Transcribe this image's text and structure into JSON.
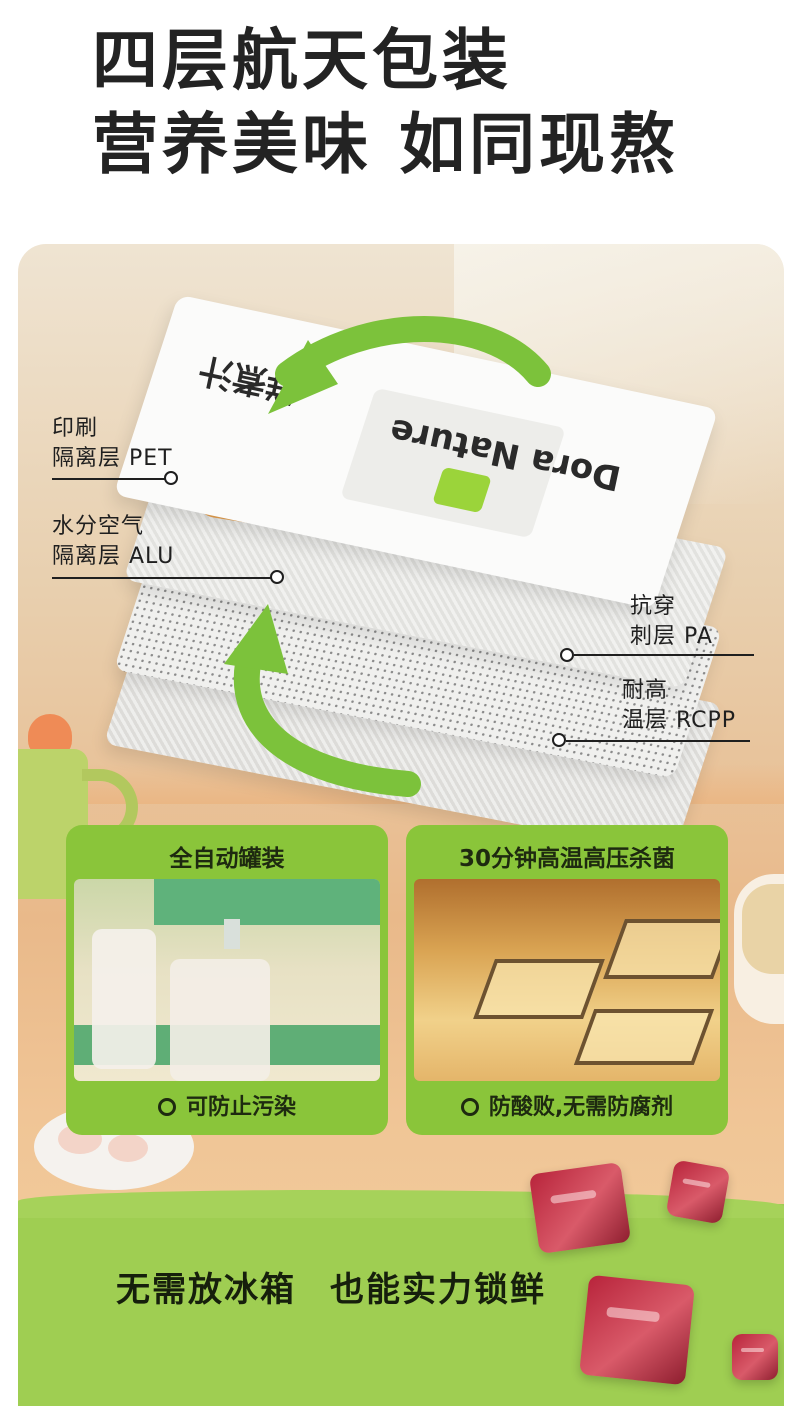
{
  "headline": {
    "line1": "四层航天包装",
    "line2": "营养美味 如同现熬"
  },
  "pouch": {
    "brand": "Dora Nature",
    "product": "鲜煮汁"
  },
  "layers": [
    {
      "line1": "印刷",
      "line2": "隔离层 PET"
    },
    {
      "line1": "水分空气",
      "line2": "隔离层 ALU"
    },
    {
      "line1": "抗穿",
      "line2": "刺层 PA"
    },
    {
      "line1": "耐高",
      "line2": "温层 RCPP"
    }
  ],
  "cards": [
    {
      "title": "全自动罐装",
      "benefit": "可防止污染"
    },
    {
      "title": "30分钟高温高压杀菌",
      "benefit": "防酸败,无需防腐剂"
    }
  ],
  "banner": {
    "part1": "无需放冰箱",
    "part2": "也能实力锁鲜"
  },
  "colors": {
    "accent_green": "#8ac53a",
    "banner_green": "#9fce52",
    "text_dark": "#232323"
  }
}
